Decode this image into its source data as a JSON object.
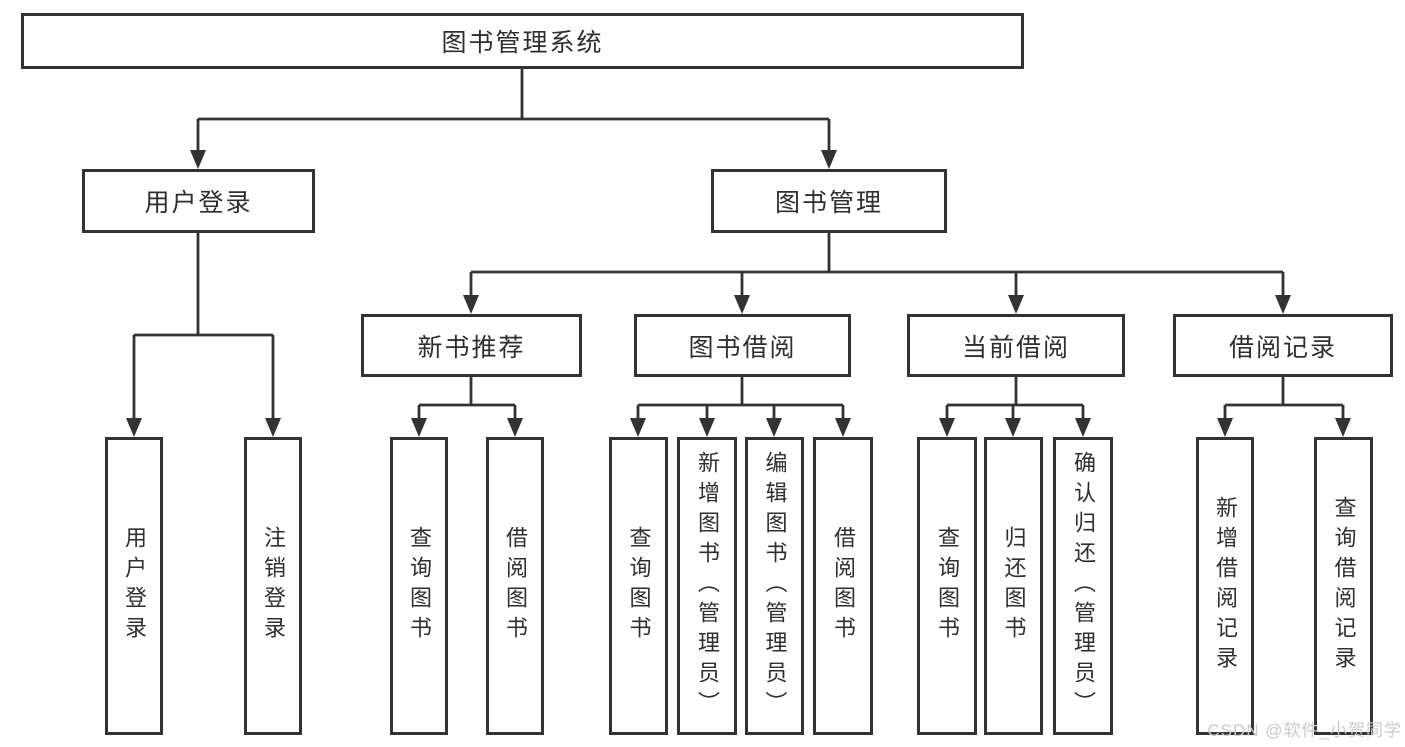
{
  "colors": {
    "line": "#333333",
    "box_border": "#333333",
    "text": "#2f2f2f",
    "background": "#ffffff",
    "watermark": "#c9cad2"
  },
  "watermark": {
    "text": "CSDN @软件_小贺同学"
  },
  "tree": {
    "label": "图书管理系统",
    "children": [
      {
        "label": "用户登录",
        "children": [
          {
            "label": "用户登录"
          },
          {
            "label": "注销登录"
          }
        ]
      },
      {
        "label": "图书管理",
        "children": [
          {
            "label": "新书推荐",
            "children": [
              {
                "label": "查询图书"
              },
              {
                "label": "借阅图书"
              }
            ]
          },
          {
            "label": "图书借阅",
            "children": [
              {
                "label": "查询图书"
              },
              {
                "label": "新增图书（管理员）"
              },
              {
                "label": "编辑图书（管理员）"
              },
              {
                "label": "借阅图书"
              }
            ]
          },
          {
            "label": "当前借阅",
            "children": [
              {
                "label": "查询图书"
              },
              {
                "label": "归还图书"
              },
              {
                "label": "确认归还（管理员）"
              }
            ]
          },
          {
            "label": "借阅记录",
            "children": [
              {
                "label": "新增借阅记录"
              },
              {
                "label": "查询借阅记录"
              }
            ]
          }
        ]
      }
    ]
  }
}
